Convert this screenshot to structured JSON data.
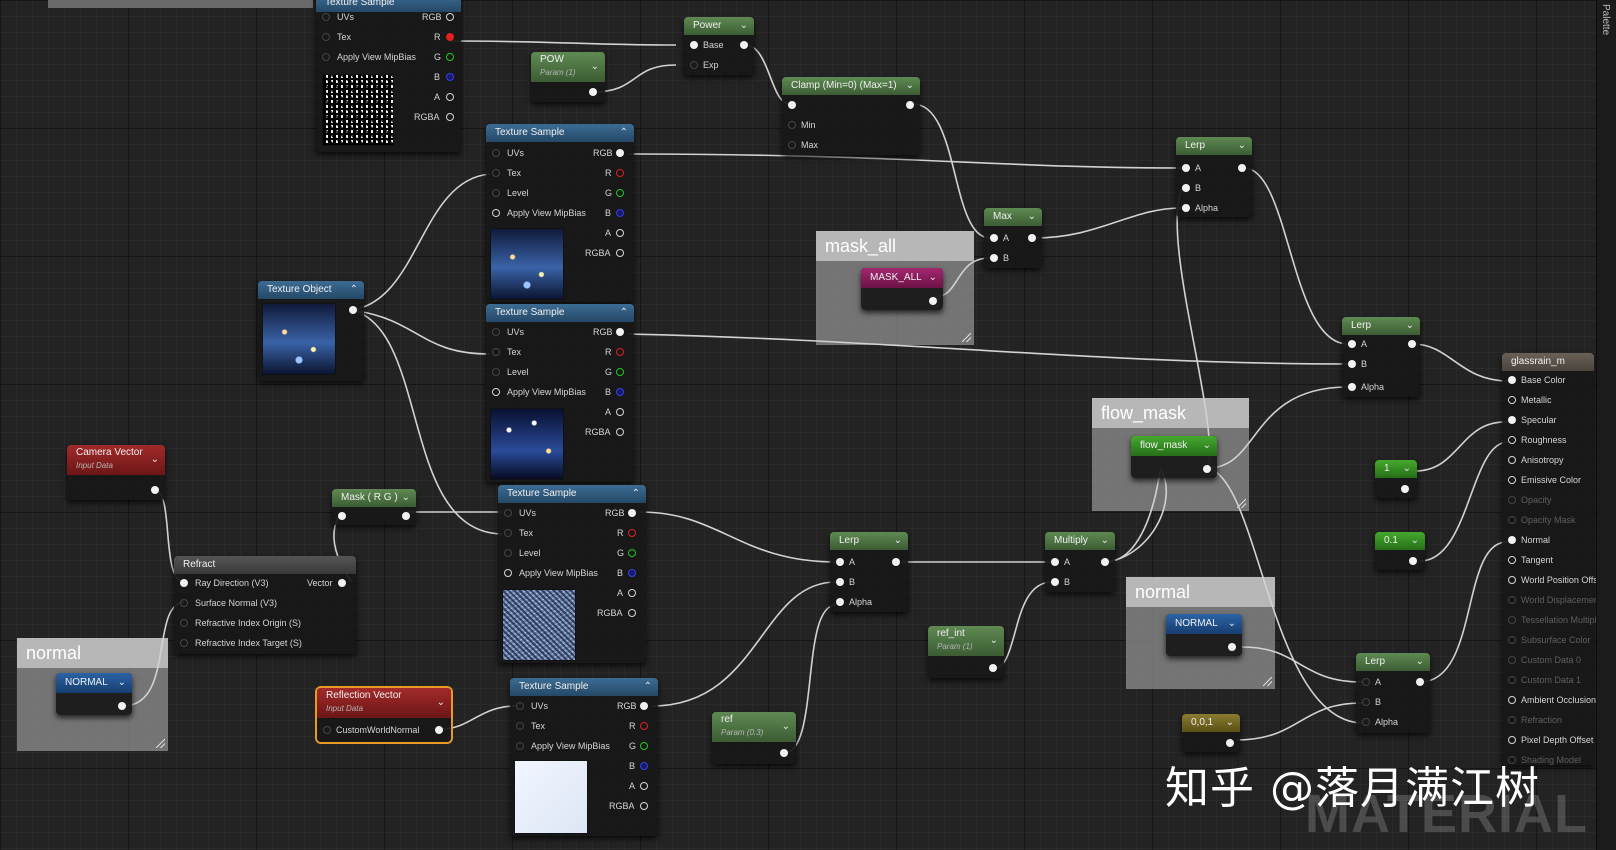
{
  "palette_tab": "Palette",
  "watermark": {
    "author": "知乎 @落月满江树",
    "material": "MATERIAL"
  },
  "comments": {
    "mask_all": "mask_all",
    "flow_mask": "flow_mask",
    "normal_right": "normal",
    "normal_left": "normal"
  },
  "nodes": {
    "ts_top": {
      "title": "Texture Sample",
      "uvs": "UVs",
      "tex": "Tex",
      "avmb": "Apply View MipBias",
      "rgb": "RGB",
      "r": "R",
      "g": "G",
      "b": "B",
      "a": "A",
      "rgba": "RGBA"
    },
    "ts1": {
      "title": "Texture Sample",
      "uvs": "UVs",
      "tex": "Tex",
      "level": "Level",
      "avmb": "Apply View MipBias",
      "rgb": "RGB",
      "r": "R",
      "g": "G",
      "b": "B",
      "a": "A",
      "rgba": "RGBA"
    },
    "ts2": {
      "title": "Texture Sample",
      "uvs": "UVs",
      "tex": "Tex",
      "level": "Level",
      "avmb": "Apply View MipBias",
      "rgb": "RGB",
      "r": "R",
      "g": "G",
      "b": "B",
      "a": "A",
      "rgba": "RGBA"
    },
    "ts3": {
      "title": "Texture Sample",
      "uvs": "UVs",
      "tex": "Tex",
      "level": "Level",
      "avmb": "Apply View MipBias",
      "rgb": "RGB",
      "r": "R",
      "g": "G",
      "b": "B",
      "a": "A",
      "rgba": "RGBA"
    },
    "ts4": {
      "title": "Texture Sample",
      "uvs": "UVs",
      "tex": "Tex",
      "avmb": "Apply View MipBias",
      "rgb": "RGB",
      "r": "R",
      "g": "G",
      "b": "B",
      "a": "A",
      "rgba": "RGBA"
    },
    "texobj": {
      "title": "Texture Object"
    },
    "pow": {
      "title": "POW",
      "sub": "Param (1)"
    },
    "power": {
      "title": "Power",
      "base": "Base",
      "exp": "Exp"
    },
    "clamp": {
      "title": "Clamp (Min=0) (Max=1)",
      "min": "Min",
      "max": "Max"
    },
    "max": {
      "title": "Max",
      "a": "A",
      "b": "B"
    },
    "mask_all": {
      "title": "MASK_ALL"
    },
    "lerp1": {
      "title": "Lerp",
      "a": "A",
      "b": "B",
      "alpha": "Alpha"
    },
    "lerp2": {
      "title": "Lerp",
      "a": "A",
      "b": "B",
      "alpha": "Alpha"
    },
    "lerp3": {
      "title": "Lerp",
      "a": "A",
      "b": "B",
      "alpha": "Alpha"
    },
    "lerp4": {
      "title": "Lerp",
      "a": "A",
      "b": "B",
      "alpha": "Alpha"
    },
    "flow_mask": {
      "title": "flow_mask"
    },
    "camera": {
      "title": "Camera Vector",
      "sub": "Input Data"
    },
    "maskrg": {
      "title": "Mask ( R G )"
    },
    "refract": {
      "title": "Refract",
      "ray": "Ray Direction (V3)",
      "vector": "Vector",
      "surf": "Surface Normal (V3)",
      "origin": "Refractive Index Origin (S)",
      "target": "Refractive Index Target (S)"
    },
    "normal_left": {
      "title": "NORMAL"
    },
    "normal_right": {
      "title": "NORMAL"
    },
    "reflect": {
      "title": "Reflection Vector",
      "sub": "Input Data",
      "pin": "CustomWorldNormal"
    },
    "multiply": {
      "title": "Multiply",
      "a": "A",
      "b": "B"
    },
    "refint": {
      "title": "ref_int",
      "sub": "Param (1)"
    },
    "ref": {
      "title": "ref",
      "sub": "Param (0.3)"
    },
    "c1": {
      "title": "1"
    },
    "c01": {
      "title": "0.1"
    },
    "c001": {
      "title": "0,0,1"
    }
  },
  "material": {
    "title": "glassrain_m",
    "pins": [
      "Base Color",
      "Metallic",
      "Specular",
      "Roughness",
      "Anisotropy",
      "Emissive Color",
      "Opacity",
      "Opacity Mask",
      "Normal",
      "Tangent",
      "World Position Offset",
      "World Displacement",
      "Tessellation Multiplier",
      "Subsurface Color",
      "Custom Data 0",
      "Custom Data 1",
      "Ambient Occlusion",
      "Refraction",
      "Pixel Depth Offset",
      "Shading Model"
    ]
  },
  "colors": {
    "wire": "#d0d0d0",
    "texture_header": "#2f5f8a",
    "param_header": "#4a7a3e",
    "input_header": "#8a2222"
  }
}
